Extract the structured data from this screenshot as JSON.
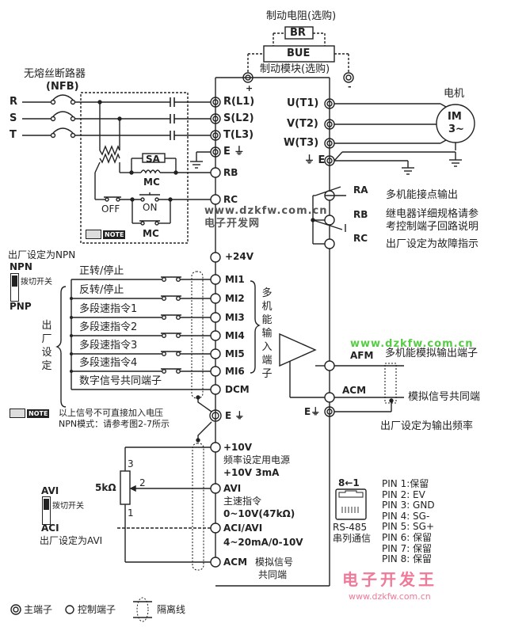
{
  "braking": {
    "resistor_title": "制动电阻(选购)",
    "resistor_label": "BR",
    "unit_label": "BUE",
    "unit_title": "制动模块(选购)",
    "plus": "+",
    "minus": "-"
  },
  "breaker": {
    "title": "无熔丝断路器",
    "abbr": "(NFB)",
    "inputs": [
      "R",
      "S",
      "T"
    ]
  },
  "main_terminals_left": [
    "R(L1)",
    "S(L2)",
    "T(L3)",
    "E"
  ],
  "control_circuit": {
    "rb": "RB",
    "rc": "RC",
    "sa": "SA",
    "mc_coil": "MC",
    "off": "OFF",
    "on": "ON",
    "mc_contact": "MC",
    "note": "NOTE"
  },
  "motor": {
    "title": "电机",
    "label_line1": "IM",
    "label_line2": "3~",
    "terminals": [
      "U(T1)",
      "V(T2)",
      "W(T3)",
      "E"
    ]
  },
  "relay": {
    "terminals": [
      "RA",
      "RB",
      "RC"
    ],
    "desc_ra": "多机能接点输出",
    "desc_rb_1": "继电器详细规格请参",
    "desc_rb_2": "考控制端子回路说明",
    "desc_rc": "出厂设定为故障指示"
  },
  "watermarks": {
    "url1": "www.dzkfw.com.cn",
    "site1": "电子开发网",
    "url2": "www.dzkfw.com.cn",
    "brand": "电子开发王",
    "url3": "www.dzkfw.com.cn"
  },
  "digital_inputs": {
    "factory_npn": "出厂设定为NPN",
    "npn": "NPN",
    "pnp": "PNP",
    "switch_label": "拨切开关",
    "factory_setting_vertical": "出厂设定",
    "plus24": "+24V",
    "group_label_vertical": "多机能输入端子",
    "items": [
      {
        "label": "正转/停止",
        "terminal": "MI1"
      },
      {
        "label": "反转/停止",
        "terminal": "MI2"
      },
      {
        "label": "多段速指令1",
        "terminal": "MI3"
      },
      {
        "label": "多段速指令2",
        "terminal": "MI4"
      },
      {
        "label": "多段速指令3",
        "terminal": "MI5"
      },
      {
        "label": "多段速指令4",
        "terminal": "MI6"
      }
    ],
    "common_label": "数字信号共同端子",
    "common_terminal": "DCM"
  },
  "note2": {
    "badge": "NOTE",
    "line1": "以上信号不可直接加入电压",
    "line2": "NPN模式：请参考图2-7所示"
  },
  "analog_output": {
    "afm": "AFM",
    "afm_desc": "多机能模拟输出端子",
    "acm": "ACM",
    "acm_desc": "模拟信号共同端",
    "e": "E",
    "factory": "出厂设定为输出频率"
  },
  "analog_inputs": {
    "e": "E",
    "plus10v": "+10V",
    "plus10v_desc1": "频率设定用电源",
    "plus10v_desc2": "+10V 3mA",
    "avi": "AVI",
    "avi_desc1": "主速指令",
    "avi_desc2": "0~10V(47kΩ)",
    "aci": "ACI/AVI",
    "aci_desc": "4~20mA/0-10V",
    "acm": "ACM",
    "acm_desc1": "模拟信号",
    "acm_desc2": "共同端",
    "pot_value": "5kΩ",
    "pot_pin3": "3",
    "pot_pin2": "2",
    "pot_pin1": "1",
    "switch_top": "AVI",
    "switch_bottom": "ACI",
    "switch_label": "拨切开关",
    "factory": "出厂设定为AVI"
  },
  "rs485": {
    "pin_order": "8←1",
    "name": "RS-485",
    "desc": "串列通信",
    "pins": [
      "PIN 1:保留",
      "PIN 2: EV",
      "PIN 3: GND",
      "PIN 4: SG-",
      "PIN 5: SG+",
      "PIN 6: 保留",
      "PIN 7: 保留",
      "PIN 8: 保留"
    ]
  },
  "legend": {
    "main_terminal": "主端子",
    "control_terminal": "控制端子",
    "shield": "隔离线"
  }
}
